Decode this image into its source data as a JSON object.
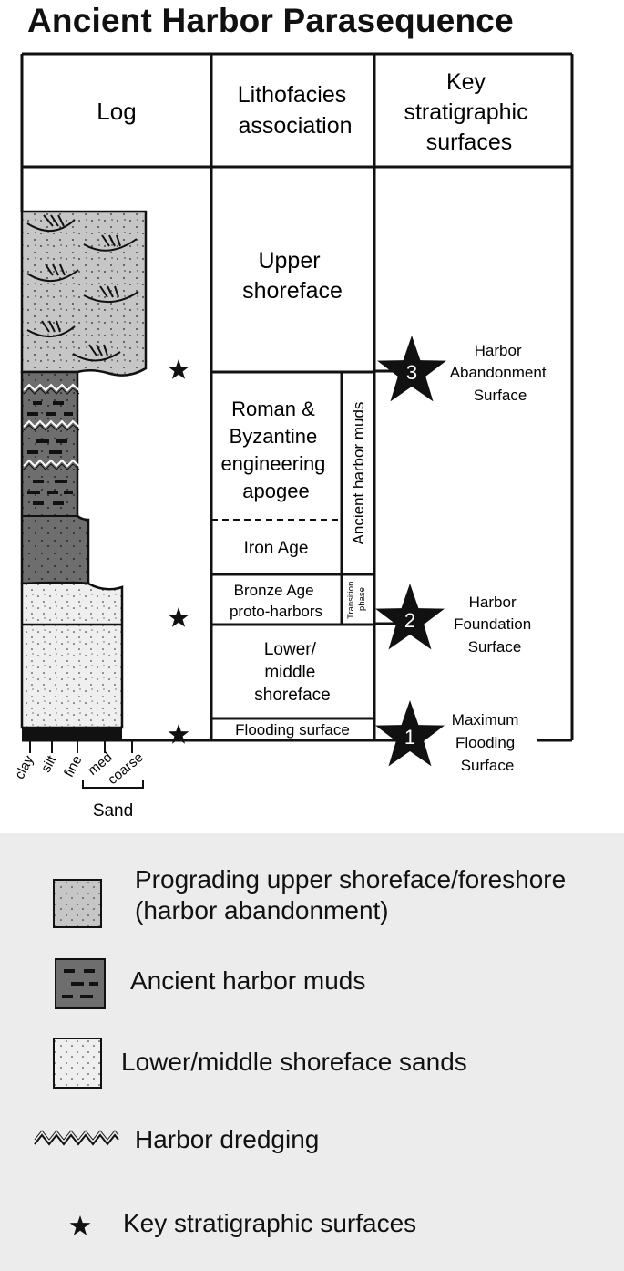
{
  "title": "Ancient Harbor Parasequence",
  "columns": {
    "log": "Log",
    "lithofacies": [
      "Lithofacies",
      "association"
    ],
    "surfaces": [
      "Key",
      "stratigraphic",
      "surfaces"
    ]
  },
  "lithofacies": {
    "upper_shoreface": [
      "Upper",
      "shoreface"
    ],
    "roman_byzantine": [
      "Roman &",
      "Byzantine",
      "engineering",
      "apogee"
    ],
    "iron_age": "Iron Age",
    "ancient_harbor_muds": "Ancient harbor muds",
    "bronze_age": [
      "Bronze Age",
      "proto-harbors"
    ],
    "transition_phase": [
      "Transition",
      "phase"
    ],
    "lower_middle_shoreface": [
      "Lower/",
      "middle",
      "shoreface"
    ],
    "flooding_surface": "Flooding surface"
  },
  "surfaces": [
    {
      "number": "3",
      "label": [
        "Harbor",
        "Abandonment",
        "Surface"
      ]
    },
    {
      "number": "2",
      "label": [
        "Harbor",
        "Foundation",
        "Surface"
      ]
    },
    {
      "number": "1",
      "label": [
        "Maximum",
        "Flooding",
        "Surface"
      ]
    }
  ],
  "grain_size": {
    "ticks": [
      "clay",
      "silt",
      "fine",
      "med",
      "coarse"
    ],
    "sand_label": "Sand"
  },
  "legend": [
    {
      "key": "prograding",
      "icon": "prograding-shoreface-swatch",
      "text": [
        "Prograding upper shoreface/foreshore",
        "(harbor abandonment)"
      ]
    },
    {
      "key": "muds",
      "icon": "harbor-muds-swatch",
      "text": [
        "Ancient harbor muds"
      ]
    },
    {
      "key": "sands",
      "icon": "shoreface-sands-swatch",
      "text": [
        "Lower/middle shoreface sands"
      ]
    },
    {
      "key": "dredging",
      "icon": "zigzag-icon",
      "text": [
        "Harbor dredging"
      ]
    },
    {
      "key": "surfaces",
      "icon": "star-icon",
      "text": [
        "Key stratigraphic surfaces"
      ]
    }
  ],
  "colors": {
    "upper_shoreface_fill": "#c6c6c6",
    "harbor_muds_fill": "#6e6e6e",
    "lower_shoreface_fill": "#efefef",
    "legend_background": "#ececec",
    "line": "#111111"
  }
}
